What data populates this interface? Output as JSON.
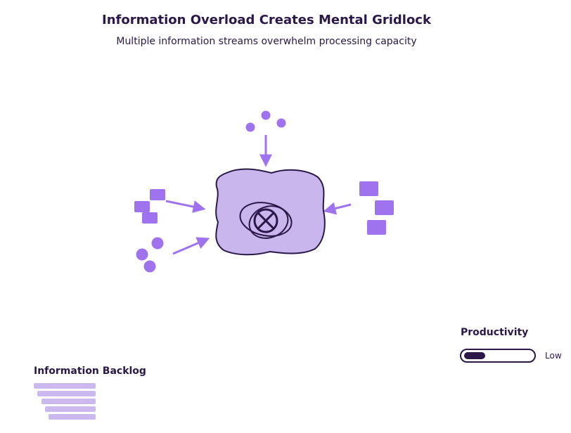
{
  "header": {
    "title": "Information Overload Creates Mental Gridlock",
    "subtitle": "Multiple information streams overwhelm processing capacity"
  },
  "colors": {
    "ink": "#2b1848",
    "stream": "#a073ee",
    "brain_fill": "#c9b6ec",
    "backlog": "#cbb8ee"
  },
  "productivity": {
    "label": "Productivity",
    "value_text": "Low",
    "level": 0.3
  },
  "backlog": {
    "label": "Information Backlog",
    "item_count": 5
  },
  "icons": {
    "gridlock": "x-circle-icon",
    "streams": [
      "circle-dots",
      "square-blocks"
    ]
  }
}
